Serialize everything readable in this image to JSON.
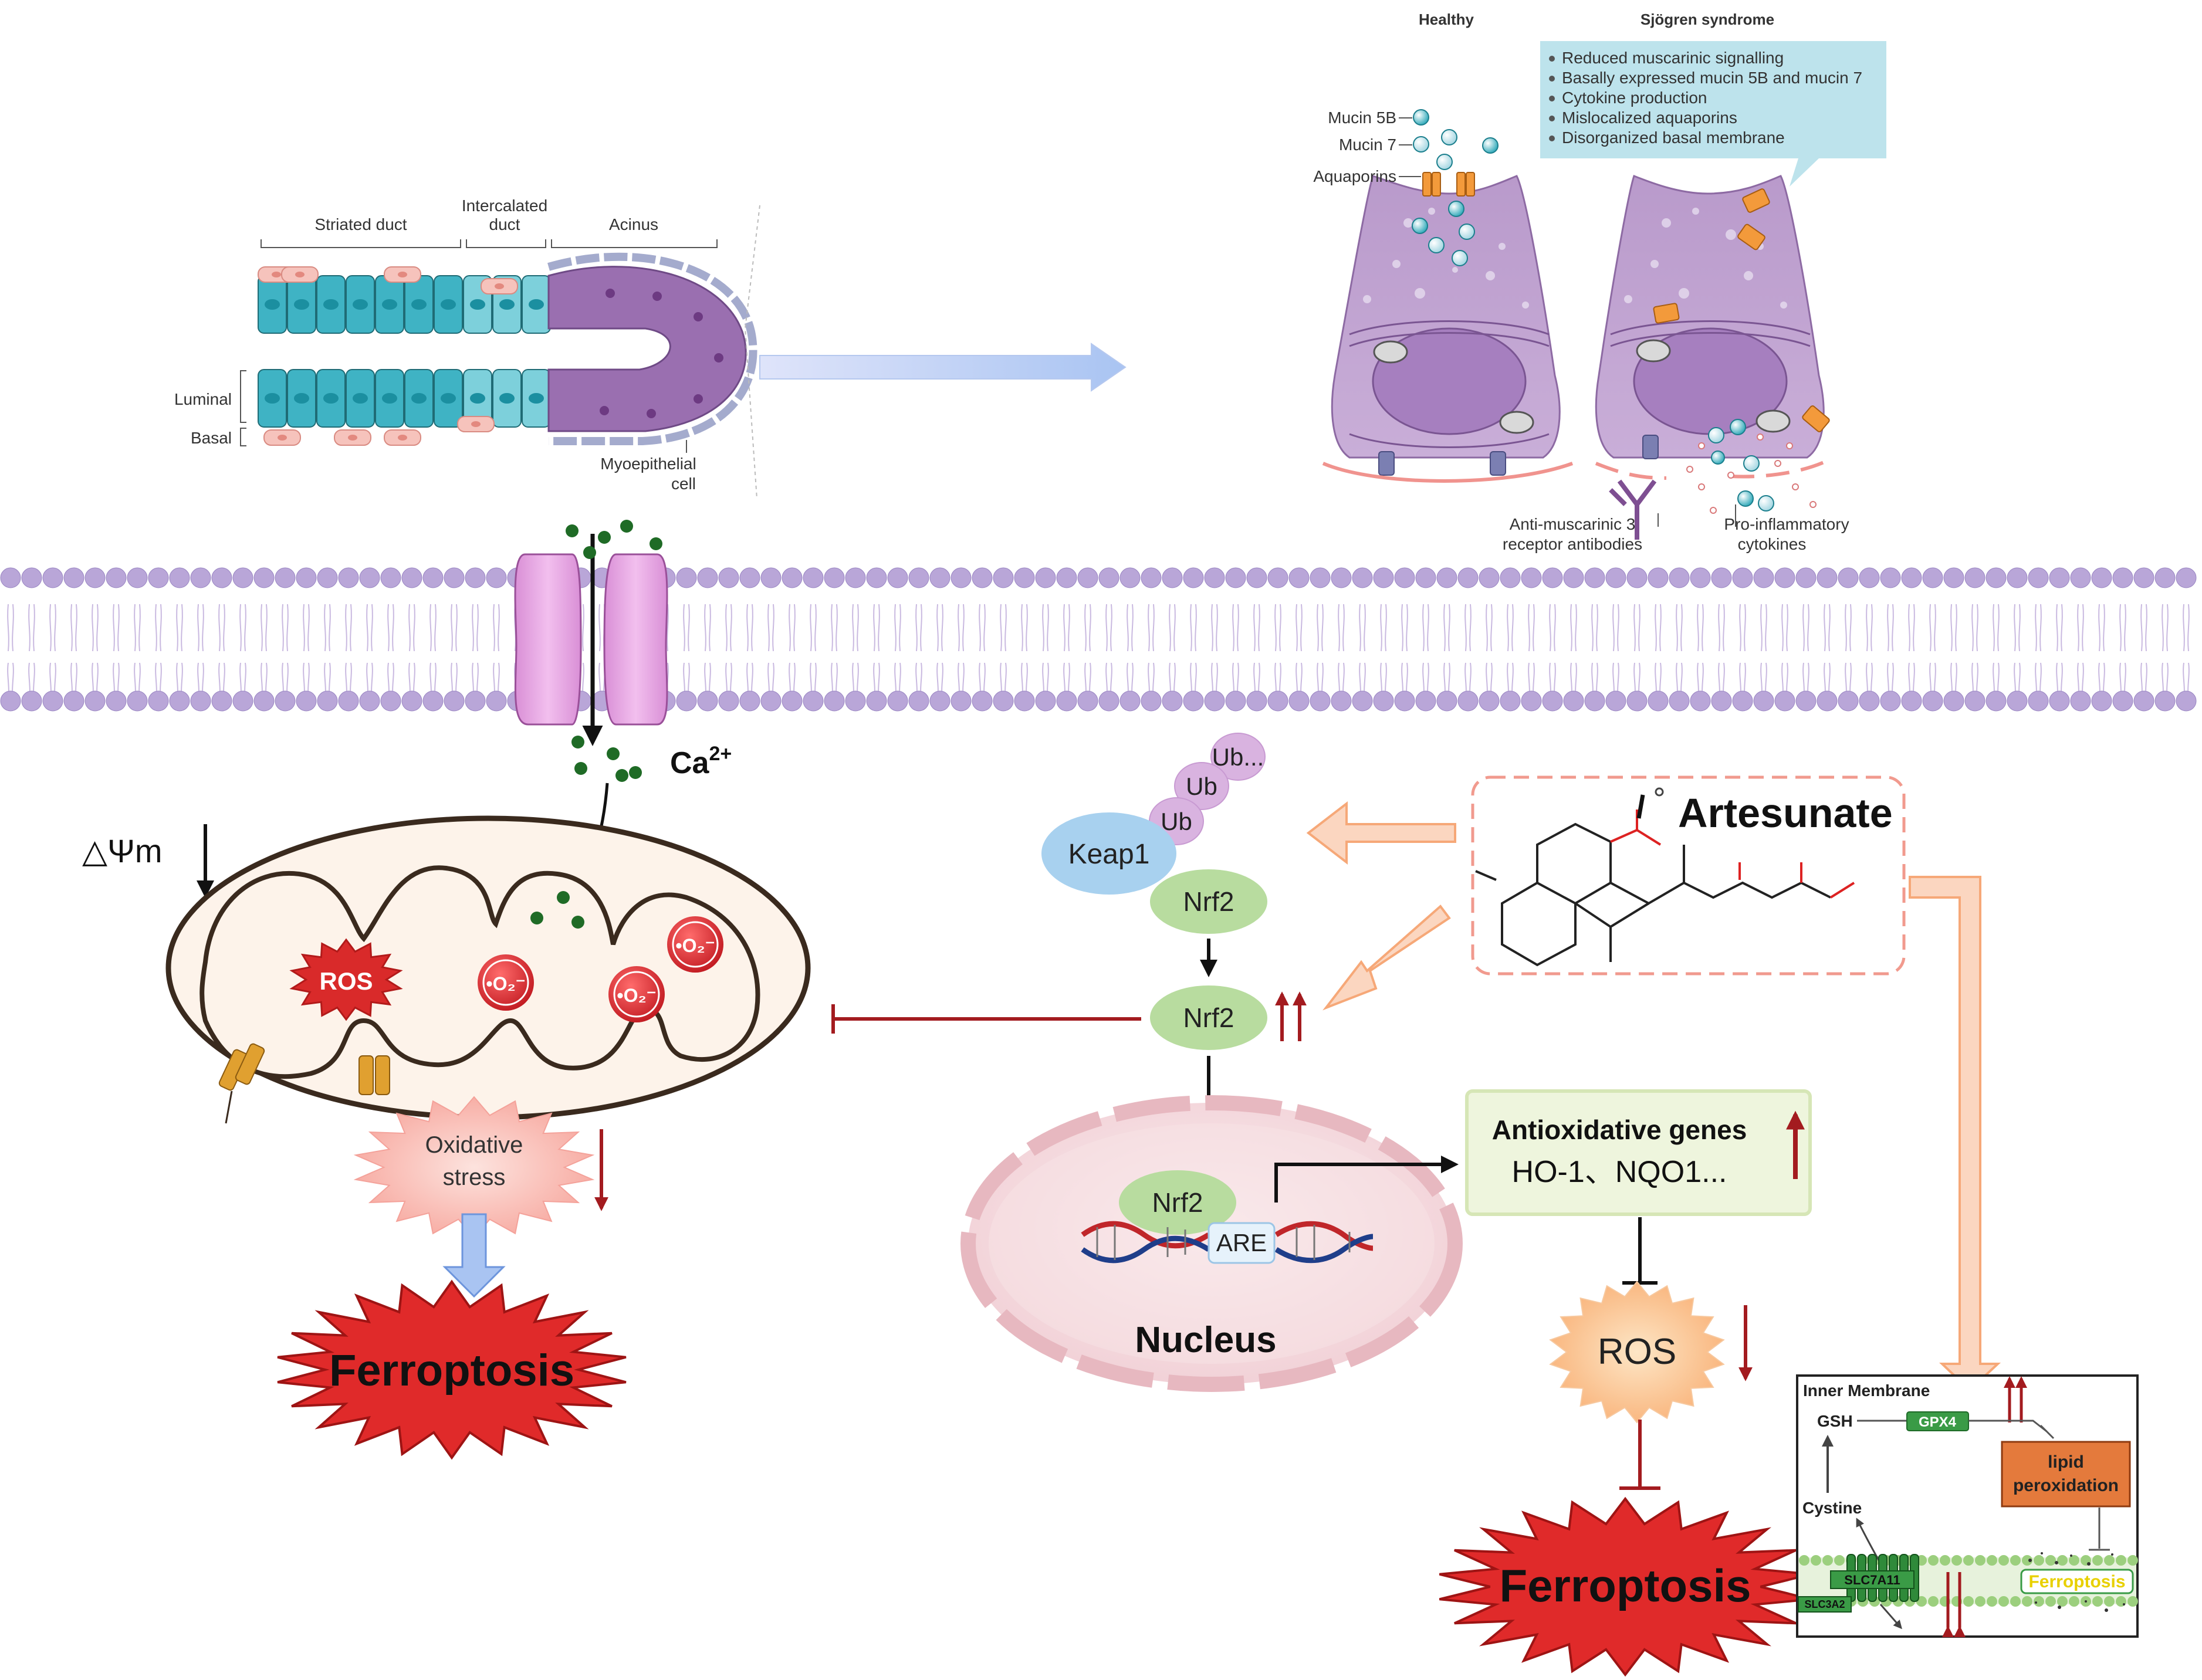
{
  "gland": {
    "striated_duct": "Striated duct",
    "intercalated_duct_1": "Intercalated",
    "intercalated_duct_2": "duct",
    "acinus": "Acinus",
    "luminal": "Luminal",
    "basal": "Basal",
    "myoepithelial_1": "Myoepithelial",
    "myoepithelial_2": "cell"
  },
  "cells": {
    "healthy_title": "Healthy",
    "sjogren_title": "Sjögren syndrome",
    "mucin_5b": "Mucin 5B",
    "mucin_7": "Mucin 7",
    "aquaporins": "Aquaporins",
    "callout_items": [
      "Reduced muscarinic signalling",
      "Basally expressed mucin 5B and mucin 7",
      "Cytokine production",
      "Mislocalized aquaporins",
      "Disorganized basal membrane"
    ],
    "anti_muscarinic_1": "Anti-muscarinic 3",
    "anti_muscarinic_2": "receptor antibodies",
    "pro_inflammatory_1": "Pro-inflammatory",
    "pro_inflammatory_2": "cytokines"
  },
  "calcium": {
    "label": "Ca",
    "superscript": "2+"
  },
  "mito": {
    "delta_psi": "△Ψm",
    "ros": "ROS",
    "superoxide": "•O₂⁻",
    "oxidative_1": "Oxidative",
    "oxidative_2": "stress",
    "ferroptosis": "Ferroptosis"
  },
  "nrf2_pathway": {
    "ub_1": "Ub",
    "ub_2": "Ub",
    "ub_3": "Ub...",
    "keap1": "Keap1",
    "nrf2_bound": "Nrf2",
    "nrf2_free": "Nrf2",
    "nrf2_nucleus": "Nrf2",
    "are": "ARE",
    "nucleus": "Nucleus"
  },
  "drug": {
    "name": "Artesunate"
  },
  "antioxidative": {
    "title": "Antioxidative genes",
    "genes": "HO-1、NQO1..."
  },
  "ros_lower": "ROS",
  "ferroptosis_lower": "Ferroptosis",
  "inset": {
    "inner_membrane": "Inner Membrane",
    "gsh": "GSH",
    "gpx4": "GPX4",
    "lipid_1": "lipid",
    "lipid_2": "peroxidation",
    "cystine": "Cystine",
    "slc7a11": "SLC7A11",
    "slc3a2": "SLC3A2",
    "ferroptosis": "Ferroptosis"
  },
  "colors": {
    "duct_teal": "#3fb3c4",
    "acinus_purple": "#a77ab8",
    "membrane_lavender": "#b9a6d8",
    "inhibit_red": "#c0262a",
    "orange_arrow": "#f6b38e",
    "nrf2_green": "#b8dc9f",
    "keap1_blue": "#a8d1ef"
  }
}
